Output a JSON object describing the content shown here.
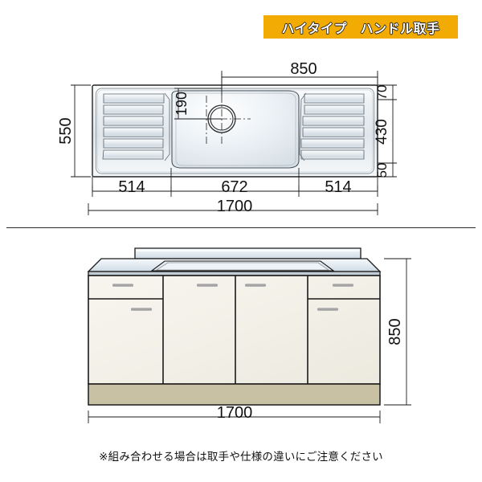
{
  "header": {
    "badge_label": "ハイタイプ　ハンドル取手",
    "badge_bg": "#f2ab02",
    "badge_text_color": "#ffffff"
  },
  "top_view": {
    "title": "sink-top-view",
    "dimensions": {
      "overall_width": "1700",
      "overall_depth": "550",
      "left_drainboard_width": "514",
      "basin_width": "672",
      "right_drainboard_width": "514",
      "basin_right_offset": "850",
      "drain_from_top": "190",
      "rear_ledge": "70",
      "basin_depth": "430",
      "front_ledge": "50"
    },
    "features": {
      "left_grooves": 6,
      "right_grooves": 6,
      "drain_style": "double-ring-with-crosshair"
    }
  },
  "front_view": {
    "title": "cabinet-front-view",
    "dimensions": {
      "height": "850",
      "width": "1700"
    },
    "panels": [
      {
        "name": "left-drawer",
        "type": "drawer"
      },
      {
        "name": "left-door",
        "type": "door"
      },
      {
        "name": "center-left-door",
        "type": "door"
      },
      {
        "name": "center-right-door",
        "type": "door"
      },
      {
        "name": "right-drawer",
        "type": "drawer"
      },
      {
        "name": "right-door",
        "type": "door"
      }
    ],
    "colors": {
      "door_face": "#f3f1e8",
      "counter_top": "#dfe7ee",
      "toe_kick": "#c9c1a4",
      "handle": "#a9a9a9",
      "outline": "#1a1a1a"
    }
  },
  "footer": {
    "note": "※組み合わせる場合は取手や仕様の違いにご注意ください"
  }
}
